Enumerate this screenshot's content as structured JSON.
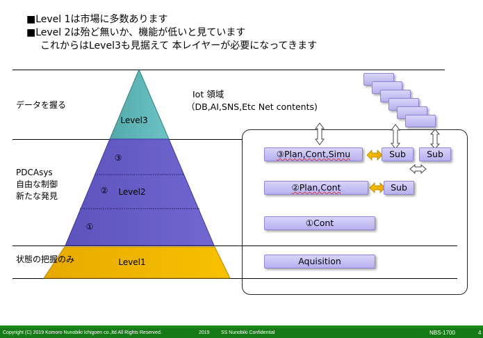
{
  "header": {
    "bullets": [
      "■Level 1は市場に多数あります",
      "■Level 2は殆ど無いか、機能が低いと見ています"
    ],
    "continuation": "これからはLevel3も見据えて 本レイヤーが必要になってきます"
  },
  "left_labels": {
    "data": "データを握る",
    "pdca_line1": "PDCAsys",
    "pdca_line2": "自由な制御",
    "pdca_line3": "新たな発見",
    "state": "状態の把握のみ"
  },
  "pyramid": {
    "level3": "Level3",
    "level2": "Level2",
    "level1": "Level1",
    "mark3": "③",
    "mark2": "②",
    "mark1": "①",
    "colors": {
      "top": "#5fb6b8",
      "middle": "#6b62c8",
      "bottom": "#f2b800"
    }
  },
  "iot": {
    "line1": "Iot 領域",
    "line2": "（DB,AI,SNS,Etc  Net contents)"
  },
  "boxes": {
    "row3_main": "③Plan,Cont,Simu",
    "row3_sub1": "Sub",
    "row3_sub2": "Sub",
    "row2_main": "②Plan,Cont",
    "row2_sub": "Sub",
    "row1_main": "①Cont",
    "row0_main": "Aquisition"
  },
  "footer": {
    "copyright": "Copyright (C) 2019 Komoro Nunobiki Ichigoen co.,ltd  All Rights Reserved.",
    "year": "2019",
    "confidential": "SS Nunobiki Confidential",
    "doc_id": "NBS-1700",
    "page": "4"
  }
}
